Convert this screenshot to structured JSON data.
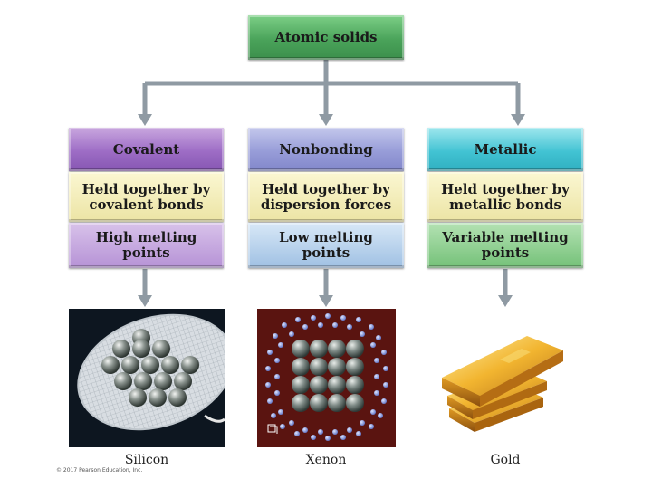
{
  "root": {
    "label": "Atomic solids"
  },
  "categories": [
    {
      "name": "Covalent",
      "description": "Held together by covalent bonds",
      "property": "High melting points",
      "example": "Silicon"
    },
    {
      "name": "Nonbonding",
      "description": "Held together by dispersion forces",
      "property": "Low melting points",
      "example": "Xenon"
    },
    {
      "name": "Metallic",
      "description": "Held together by metallic bonds",
      "property": "Variable melting points",
      "example": "Gold"
    }
  ],
  "copyright": "© 2017 Pearson Education, Inc.",
  "colors": {
    "root": "#4aa35a",
    "covalent": "#9d6cc5",
    "nonbonding": "#979cd8",
    "metallic": "#42c3d3",
    "connector": "#8f9aa3"
  }
}
